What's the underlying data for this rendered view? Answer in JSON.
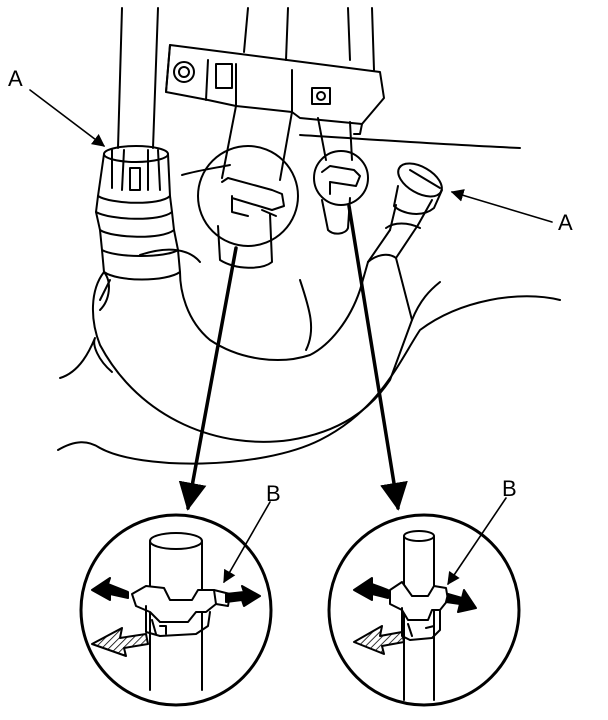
{
  "callouts": {
    "a_left": "A",
    "a_right": "A",
    "b_left": "B",
    "b_right": "B"
  },
  "colors": {
    "line": "#000000",
    "background": "#ffffff"
  }
}
